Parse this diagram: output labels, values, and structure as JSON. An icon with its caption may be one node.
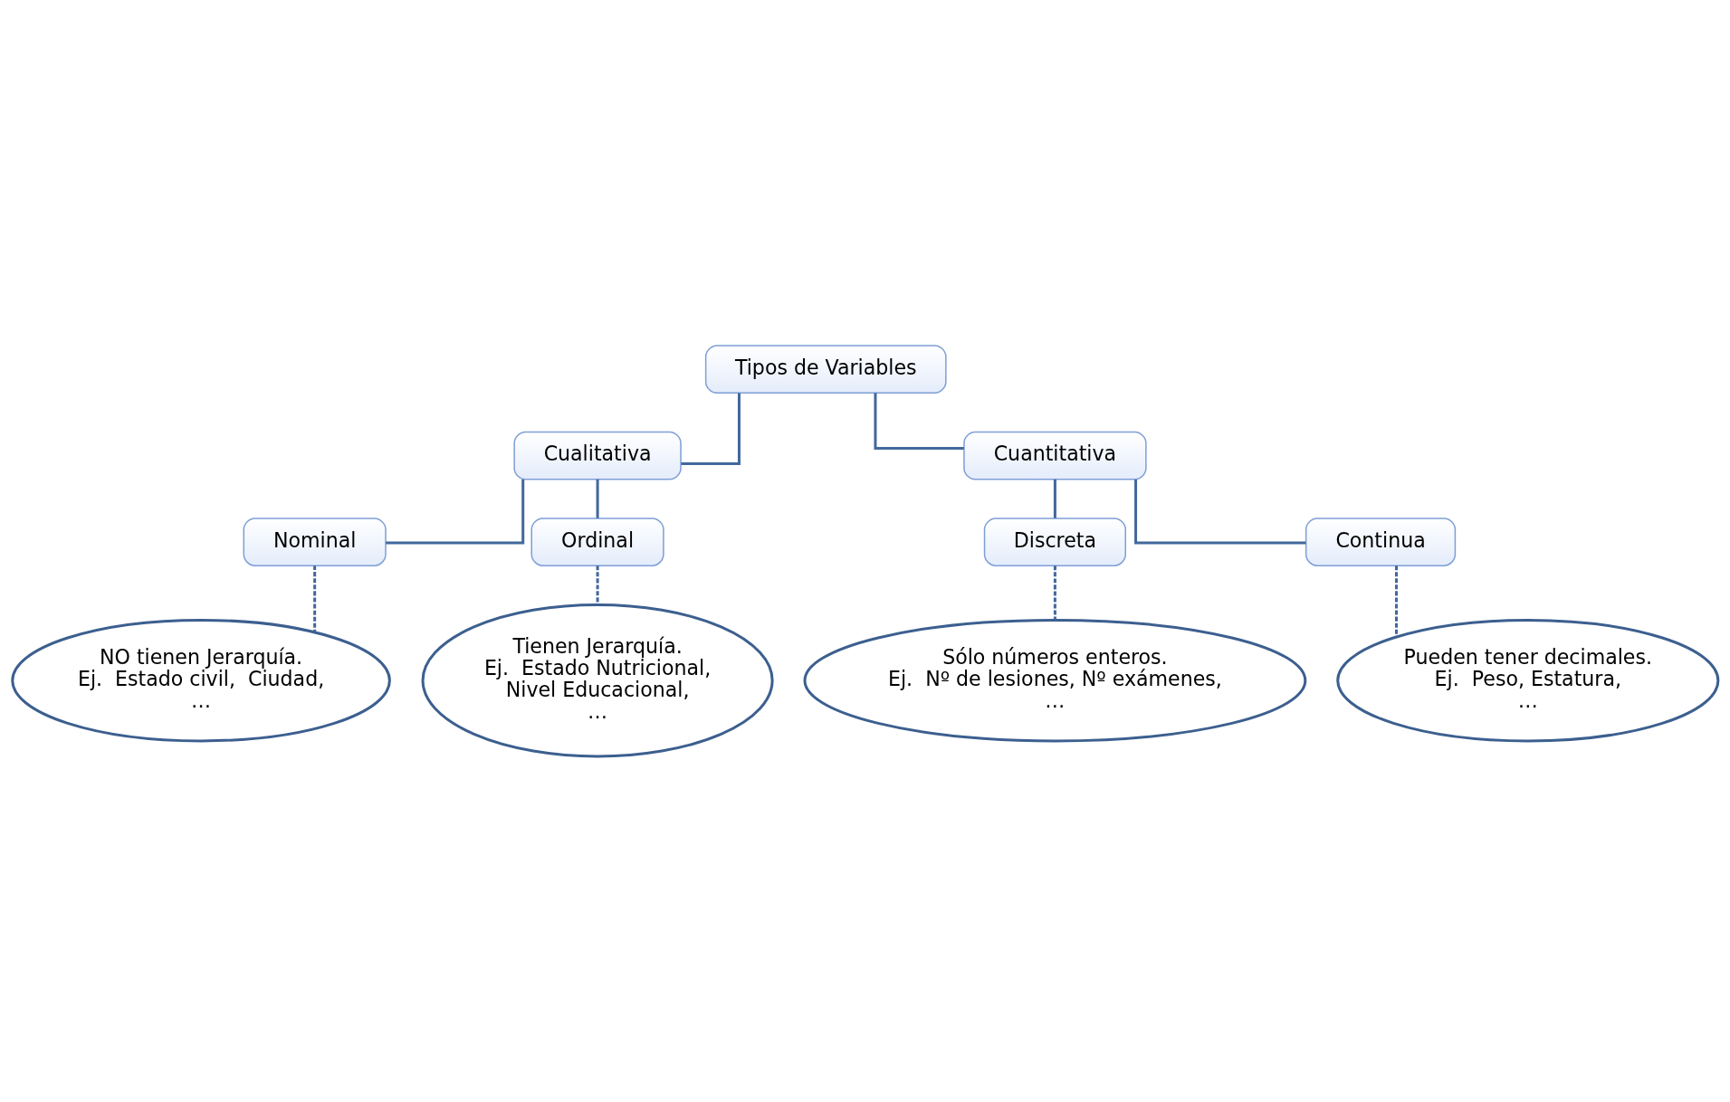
{
  "diagram": {
    "nodes": [
      {
        "text": [
          "Tipos de Variables"
        ]
      },
      {
        "text": [
          "Cualitativa"
        ]
      },
      {
        "text": [
          "Cuantitativa"
        ]
      },
      {
        "text": [
          "Nominal"
        ]
      },
      {
        "text": [
          "Ordinal"
        ]
      },
      {
        "text": [
          "Discreta"
        ]
      },
      {
        "text": [
          "Continua"
        ]
      },
      {
        "text": [
          "NO tienen Jerarquía.",
          "Ej.  Estado civil,  Ciudad,",
          "…"
        ]
      },
      {
        "text": [
          "Tienen Jerarquía.",
          "Ej.  Estado Nutricional,",
          "Nivel Educacional,",
          "…"
        ]
      },
      {
        "text": [
          "Sólo números enteros.",
          "Ej.  Nº de lesiones, Nº exámenes,",
          "…"
        ]
      },
      {
        "text": [
          "Pueden tener decimales.",
          "Ej.  Peso, Estatura,",
          "…"
        ]
      }
    ],
    "edges": [
      {
        "from": 0,
        "to": 1,
        "arrow": "none"
      },
      {
        "from": 0,
        "to": 2,
        "arrow": "none"
      },
      {
        "from": 1,
        "to": 3,
        "arrow": "none"
      },
      {
        "from": 1,
        "to": 4,
        "arrow": "none"
      },
      {
        "from": 2,
        "to": 5,
        "arrow": "none"
      },
      {
        "from": 2,
        "to": 6,
        "arrow": "none"
      },
      {
        "from": 3,
        "to": 7,
        "arrow": "none",
        "style": "dashed"
      },
      {
        "from": 4,
        "to": 8,
        "arrow": "none",
        "style": "dashed"
      },
      {
        "from": 5,
        "to": 9,
        "arrow": "none",
        "style": "dashed"
      },
      {
        "from": 6,
        "to": 10,
        "arrow": "none",
        "style": "dashed"
      }
    ]
  }
}
